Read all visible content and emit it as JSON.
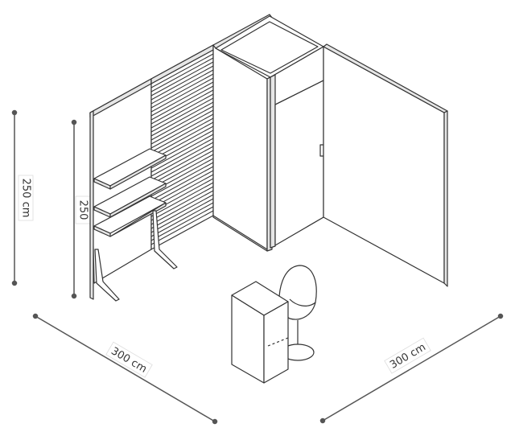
{
  "dimensions": {
    "outer_height": "250 cm",
    "inner_height": "250",
    "left_width": "300 cm",
    "right_width": "300 cm"
  },
  "colors": {
    "line": "#333333",
    "dim_line": "#555555",
    "wall_fill": "#ffffff",
    "frame_fill": "#e6e6e6",
    "slat_fill": "#4a4a4a"
  }
}
